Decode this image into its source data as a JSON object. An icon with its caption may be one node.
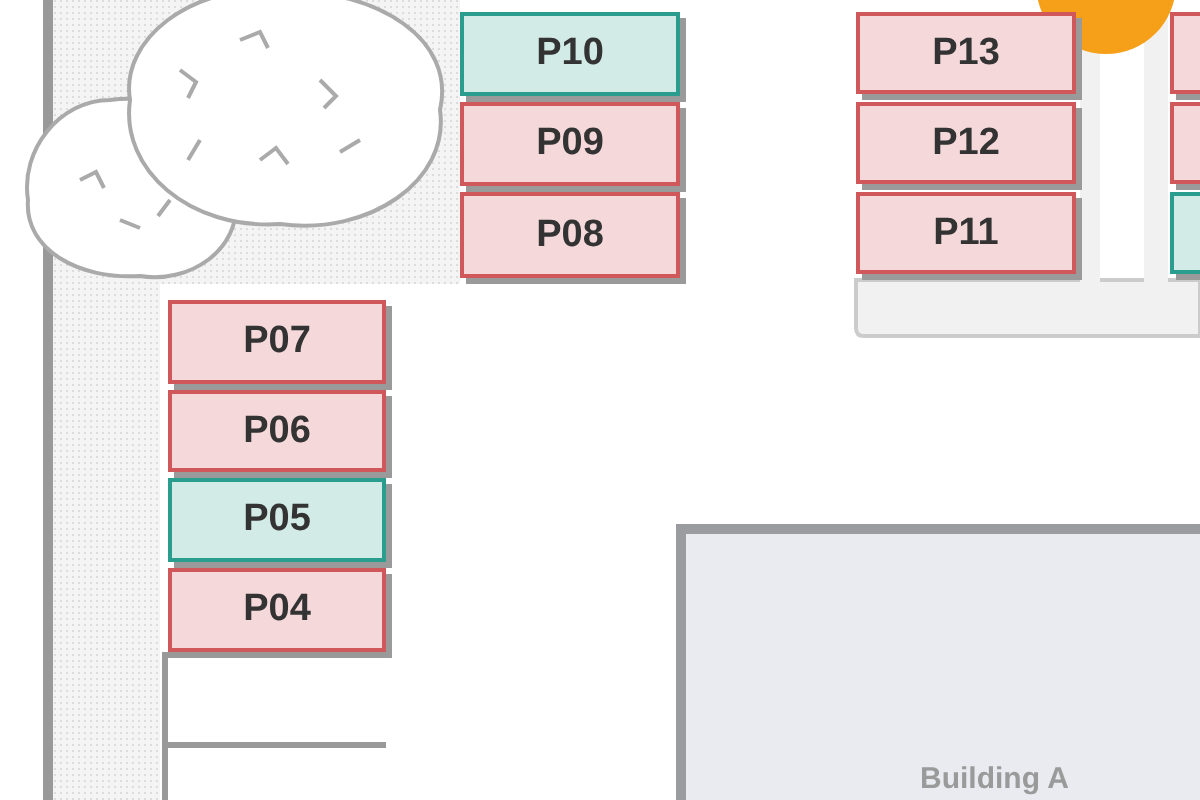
{
  "diagram": {
    "nodes": [
      {
        "text": [
          "P10"
        ]
      },
      {
        "text": [
          "P09"
        ]
      },
      {
        "text": [
          "P08"
        ]
      },
      {
        "text": [
          "P13"
        ]
      },
      {
        "text": [
          "P12"
        ]
      },
      {
        "text": [
          "P11"
        ]
      },
      {
        "text": [],
        "shape": "box"
      },
      {
        "text": [],
        "shape": "box"
      },
      {
        "text": [],
        "shape": "box"
      },
      {
        "text": [
          "P07"
        ]
      },
      {
        "text": [
          "P06"
        ]
      },
      {
        "text": [
          "P05"
        ]
      },
      {
        "text": [
          "P04"
        ]
      },
      {
        "text": [
          "Building A"
        ]
      },
      {
        "text": [],
        "shape": "box"
      },
      {
        "text": [],
        "shape": "box"
      }
    ]
  }
}
